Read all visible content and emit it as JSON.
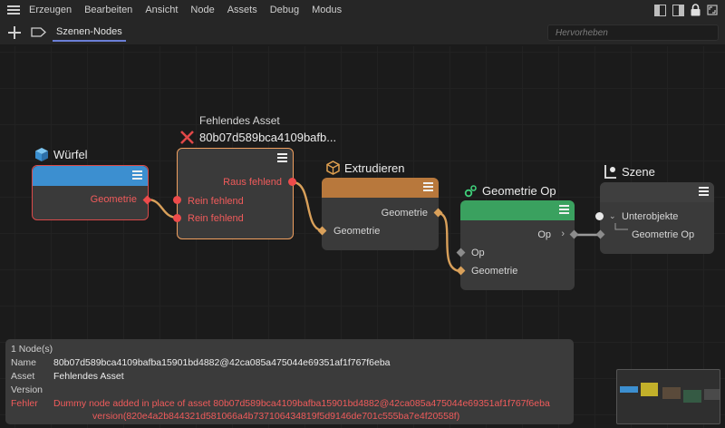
{
  "menu": {
    "items": [
      "Erzeugen",
      "Bearbeiten",
      "Ansicht",
      "Node",
      "Assets",
      "Debug",
      "Modus"
    ]
  },
  "toolbar": {
    "tab_label": "Szenen-Nodes",
    "search_placeholder": "Hervorheben"
  },
  "nodes": {
    "wuerfel": {
      "title": "Würfel",
      "ports": {
        "out_geometrie": "Geometrie"
      },
      "color": "#3c8fd0"
    },
    "missing": {
      "label_top": "Fehlendes Asset",
      "title": "80b07d589bca4109bafb...",
      "ports": {
        "out": "Raus fehlend",
        "in1": "Rein fehlend",
        "in2": "Rein fehlend"
      }
    },
    "extrudieren": {
      "title": "Extrudieren",
      "ports": {
        "out_geometrie": "Geometrie",
        "in_geometrie": "Geometrie"
      },
      "color": "#b8783c"
    },
    "geomop": {
      "title": "Geometrie Op",
      "ports": {
        "out_op": "Op",
        "in_op": "Op",
        "in_geometrie": "Geometrie"
      },
      "color": "#3aa15f"
    },
    "szene": {
      "title": "Szene",
      "ports": {
        "unterobjekte": "Unterobjekte",
        "geometrie_op": "Geometrie Op"
      }
    }
  },
  "info": {
    "count": "1 Node(s)",
    "name_label": "Name",
    "name_value": "80b07d589bca4109bafba15901bd4882@42ca085a475044e69351af1f767f6eba",
    "asset_label": "Asset",
    "asset_value": "Fehlendes Asset",
    "version_label": "Version",
    "version_value": "",
    "fehler_label": "Fehler",
    "fehler_line1": "Dummy node added in place of asset 80b07d589bca4109bafba15901bd4882@42ca085a475044e69351af1f767f6eba",
    "fehler_line2": "version(820e4a2b844321d581066a4b737106434819f5d9146de701c555ba7e4f20558f)"
  },
  "colors": {
    "accent": "#6b7fd6",
    "error": "#f05b5b",
    "wire_orange": "#d9a05a"
  }
}
